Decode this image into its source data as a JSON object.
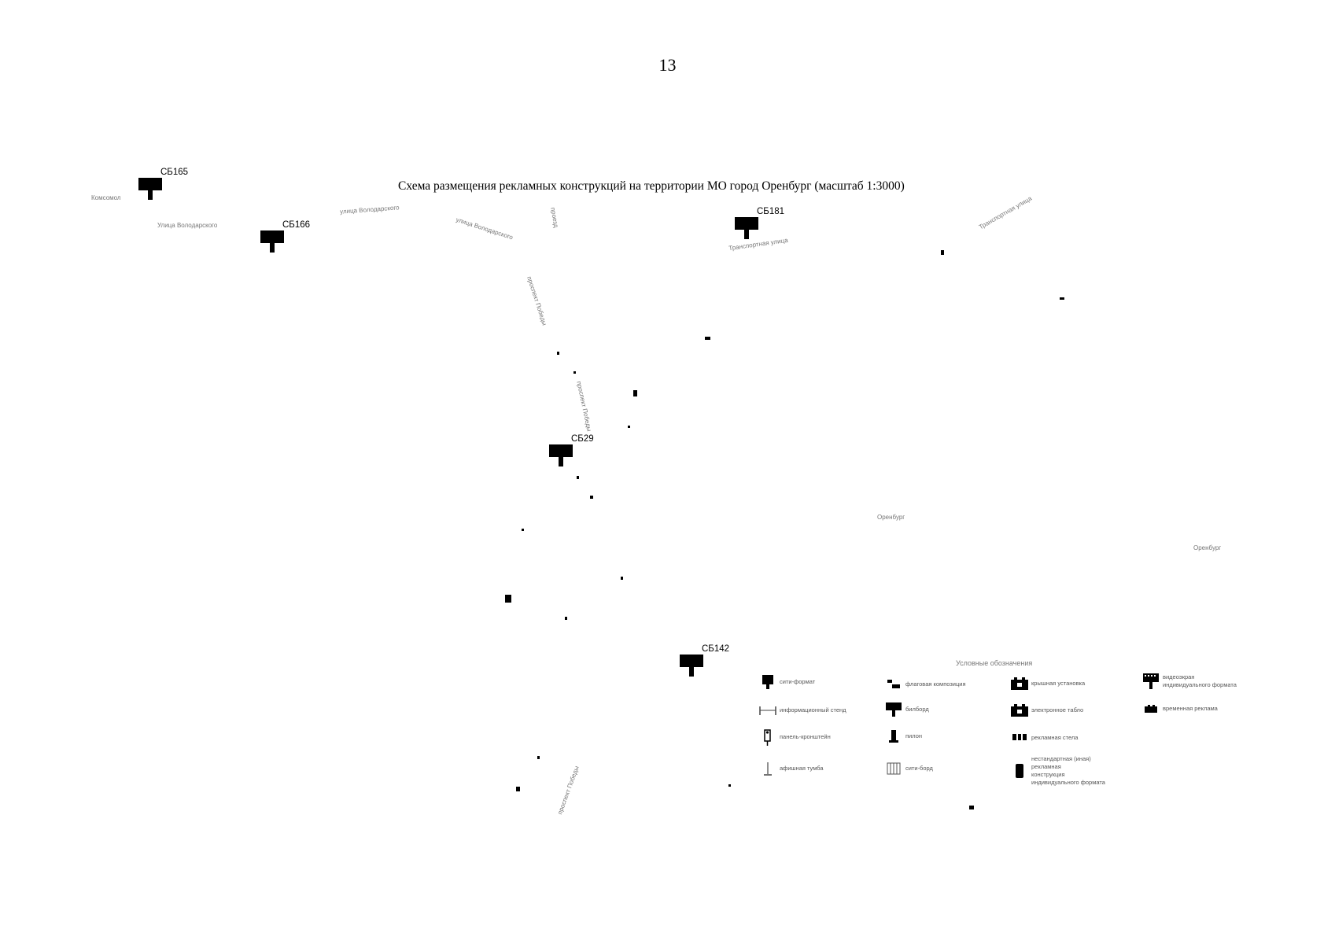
{
  "page": {
    "number": "13"
  },
  "map": {
    "title": "Схема размещения рекламных конструкций на территории МО город Оренбург (масштаб 1:3000)",
    "markers": [
      {
        "label": "СБ165"
      },
      {
        "label": "СБ166"
      },
      {
        "label": "СБ181"
      },
      {
        "label": "СБ29"
      },
      {
        "label": "СБ142"
      }
    ],
    "street_labels": [
      "Комсомол",
      "Улица Володарского",
      "улица Володарского",
      "улица Володарского",
      "проезд",
      "проспект Победы",
      "проспект Победы",
      "Транспортная улица",
      "Транспортная улица",
      "Оренбург",
      "Оренбург",
      "проспект Победы"
    ]
  },
  "legend": {
    "title": "Условные обозначения",
    "items": [
      {
        "label": "сити-формат",
        "icon": "city-format-icon"
      },
      {
        "label": "флаговая композиция",
        "icon": "flag-composition-icon"
      },
      {
        "label": "крышная установка",
        "icon": "roof-installation-icon"
      },
      {
        "label": "видеоэкран\nиндивидуального формата",
        "icon": "video-screen-icon"
      },
      {
        "label": "информационный стенд",
        "icon": "info-stand-icon"
      },
      {
        "label": "билборд",
        "icon": "billboard-icon"
      },
      {
        "label": "электронное табло",
        "icon": "electronic-board-icon"
      },
      {
        "label": "временная реклама",
        "icon": "temporary-ad-icon"
      },
      {
        "label": "панель-кронштейн",
        "icon": "bracket-panel-icon"
      },
      {
        "label": "пилон",
        "icon": "pylon-icon"
      },
      {
        "label": "рекламная стела",
        "icon": "stele-icon"
      },
      {
        "label": "афишная тумба",
        "icon": "poster-column-icon"
      },
      {
        "label": "сити-борд",
        "icon": "city-board-icon"
      },
      {
        "label": "нестандартная (иная)\nрекламная\nконструкция\nиндивидуального формата",
        "icon": "custom-structure-icon"
      }
    ]
  }
}
